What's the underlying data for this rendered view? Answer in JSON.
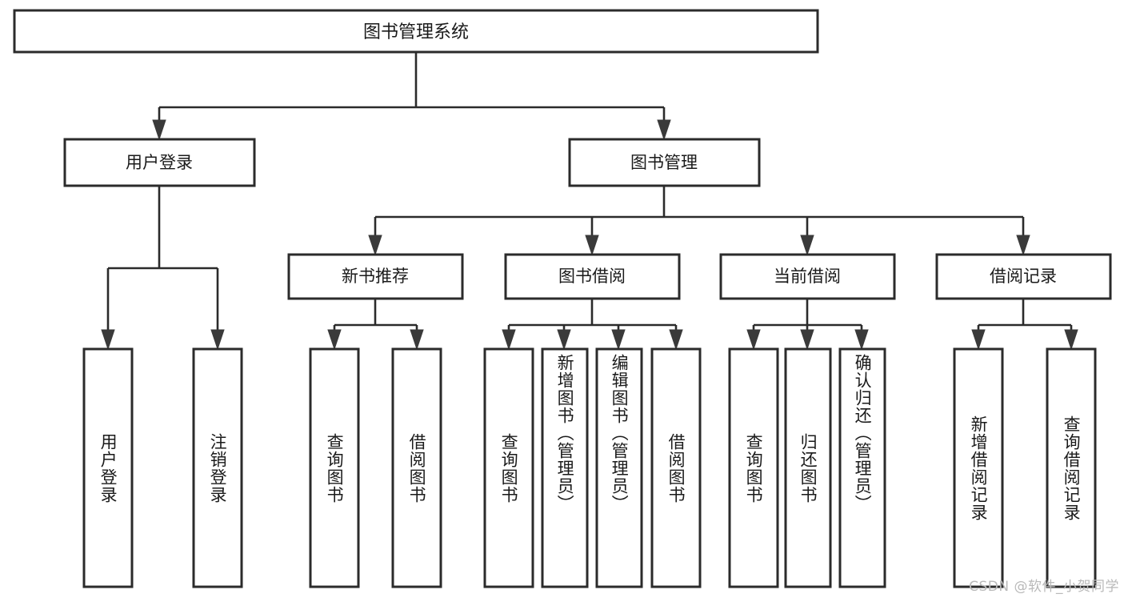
{
  "diagram": {
    "type": "tree-hierarchy",
    "title": "图书管理系统",
    "watermark": "CSDN @软件_小贺同学",
    "accent_color": "#2b2b2b",
    "background_color": "#ffffff",
    "root": {
      "label": "图书管理系统"
    },
    "level1": [
      {
        "id": "user-login",
        "label": "用户登录"
      },
      {
        "id": "book-management",
        "label": "图书管理"
      }
    ],
    "level2": [
      {
        "id": "new-book-recommend",
        "label": "新书推荐",
        "parent": "book-management"
      },
      {
        "id": "book-borrow",
        "label": "图书借阅",
        "parent": "book-management"
      },
      {
        "id": "current-borrow",
        "label": "当前借阅",
        "parent": "book-management"
      },
      {
        "id": "borrow-record",
        "label": "借阅记录",
        "parent": "book-management"
      }
    ],
    "leaves": [
      {
        "id": "leaf-user-login",
        "label": "用户登录",
        "parent": "user-login"
      },
      {
        "id": "leaf-logout-login",
        "label": "注销登录",
        "parent": "user-login"
      },
      {
        "id": "leaf-query-book-1",
        "label": "查询图书",
        "parent": "new-book-recommend"
      },
      {
        "id": "leaf-borrow-book-1",
        "label": "借阅图书",
        "parent": "new-book-recommend"
      },
      {
        "id": "leaf-query-book-2",
        "label": "查询图书",
        "parent": "book-borrow"
      },
      {
        "id": "leaf-add-book-admin",
        "label": "新增图书（管理员）",
        "parent": "book-borrow"
      },
      {
        "id": "leaf-edit-book-admin",
        "label": "编辑图书（管理员）",
        "parent": "book-borrow"
      },
      {
        "id": "leaf-borrow-book-2",
        "label": "借阅图书",
        "parent": "book-borrow"
      },
      {
        "id": "leaf-query-book-3",
        "label": "查询图书",
        "parent": "current-borrow"
      },
      {
        "id": "leaf-return-book",
        "label": "归还图书",
        "parent": "current-borrow"
      },
      {
        "id": "leaf-confirm-return-admin",
        "label": "确认归还（管理员）",
        "parent": "current-borrow"
      },
      {
        "id": "leaf-add-borrow-record",
        "label": "新增借阅记录",
        "parent": "borrow-record"
      },
      {
        "id": "leaf-query-borrow-record",
        "label": "查询借阅记录",
        "parent": "borrow-record"
      }
    ]
  }
}
